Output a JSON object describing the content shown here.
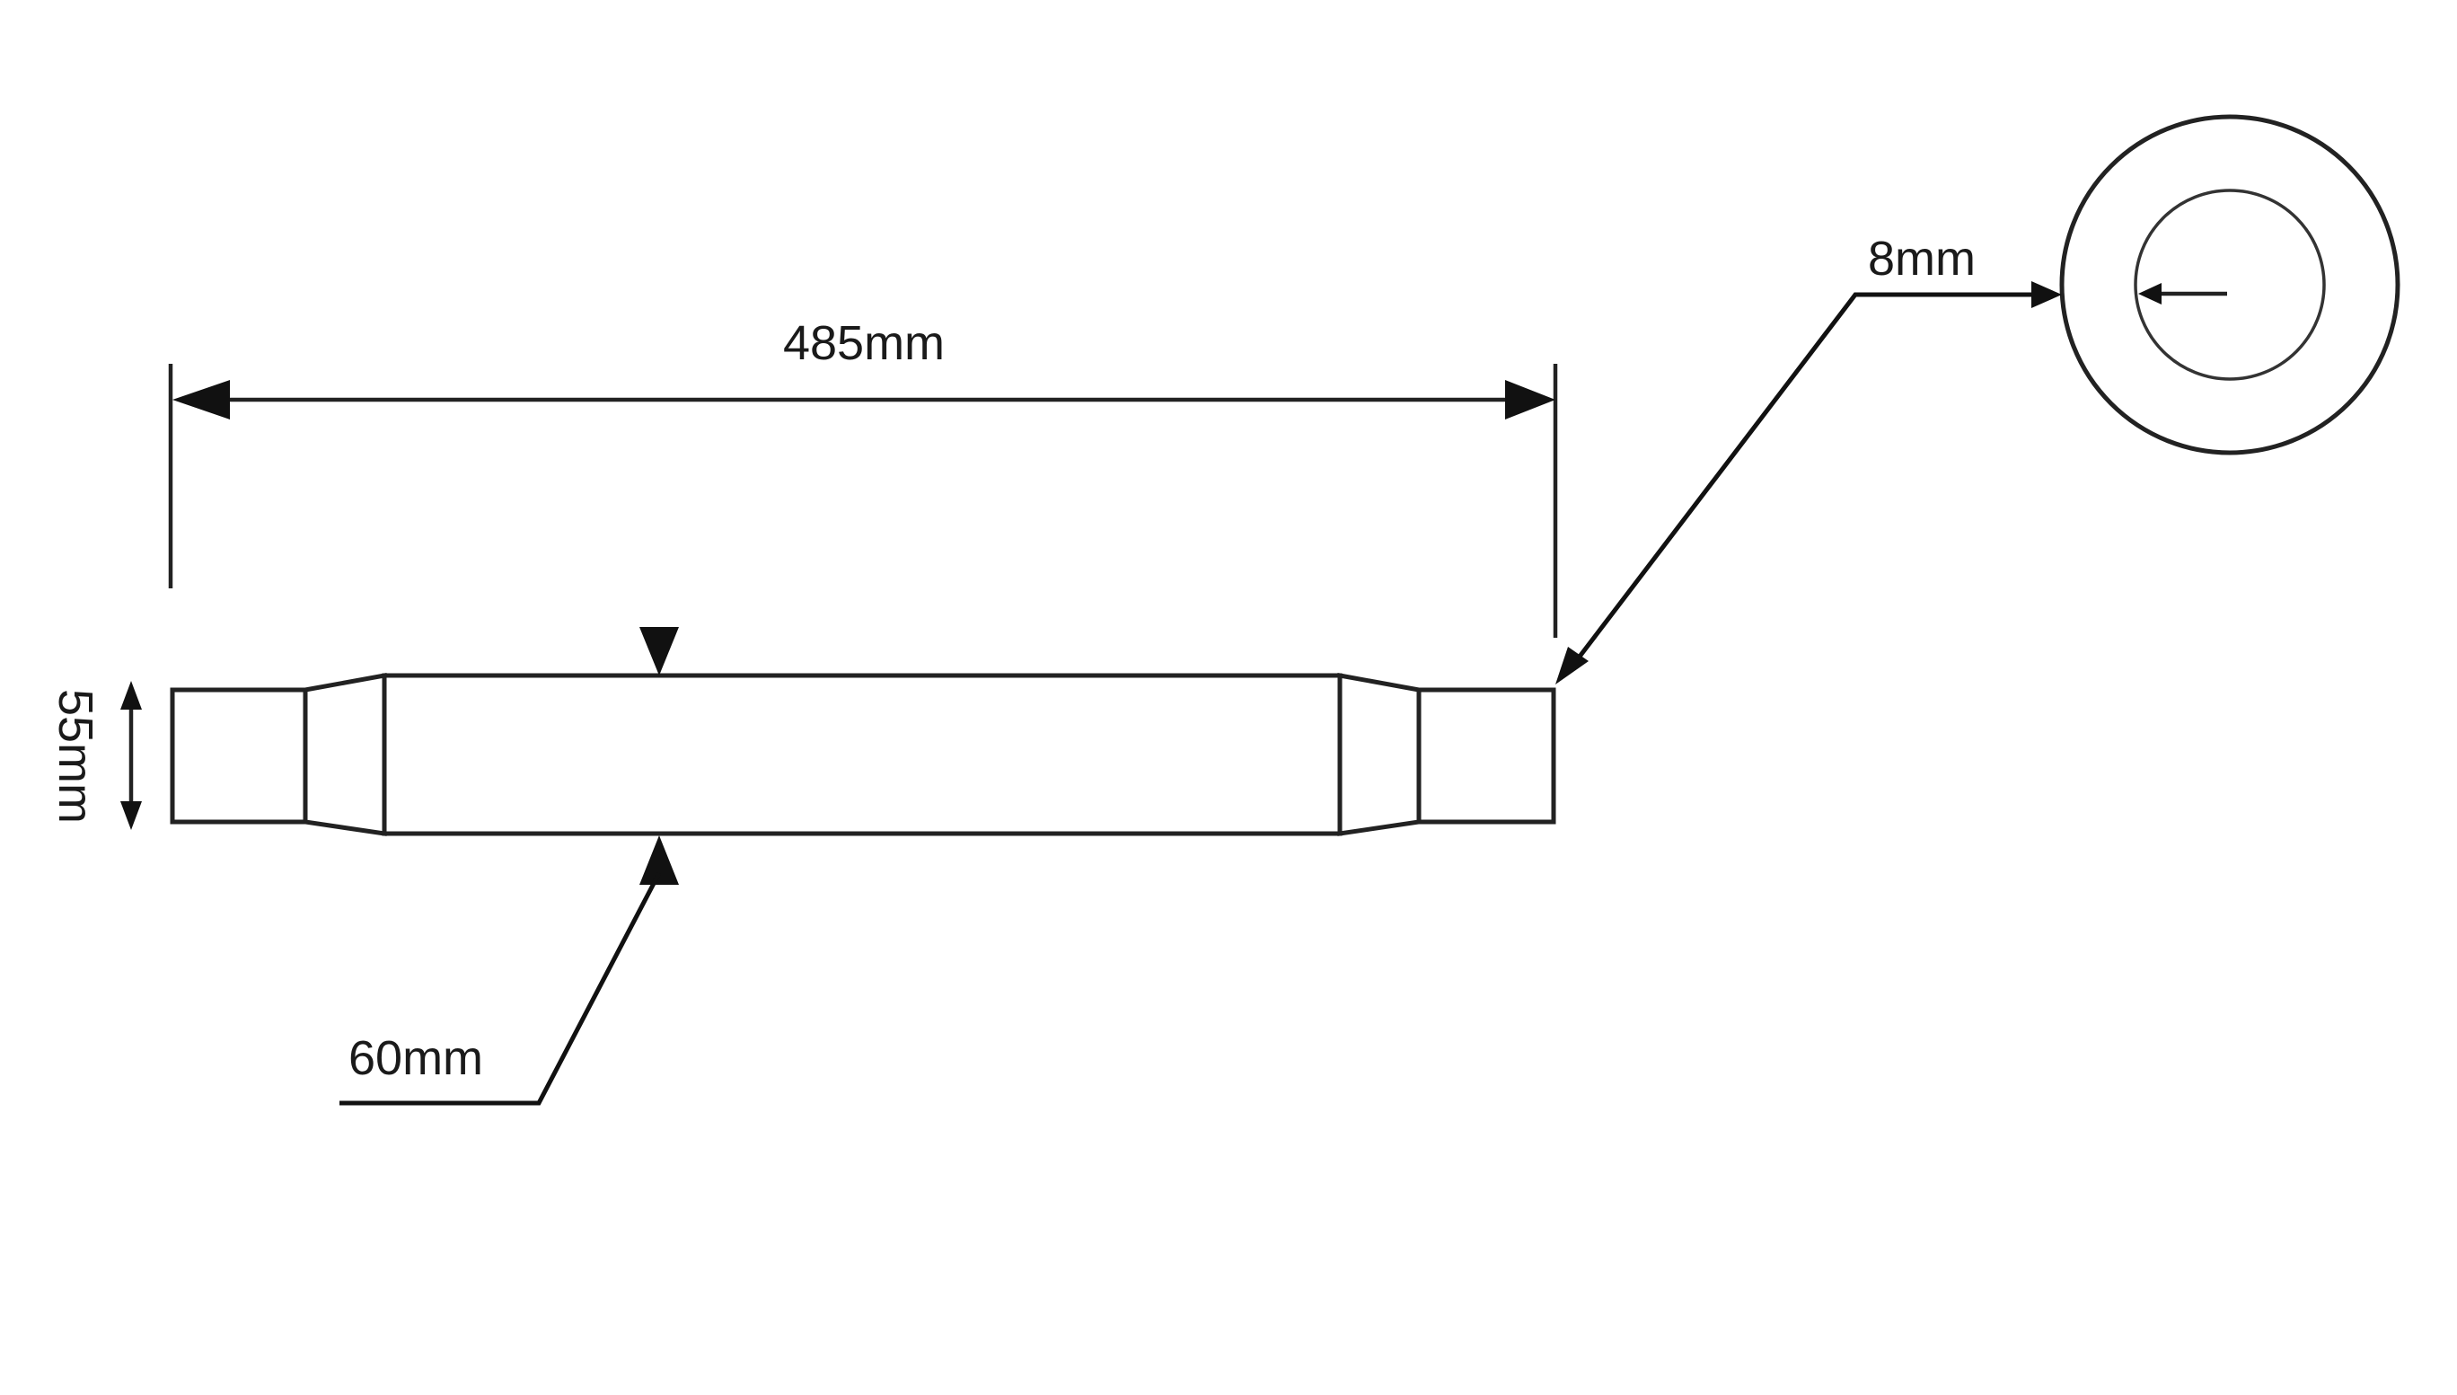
{
  "dimensions": {
    "overall_length": "485mm",
    "end_diameter": "55mm",
    "center_diameter": "60mm",
    "wall_thickness": "8mm"
  },
  "colors": {
    "ink": "#222222",
    "background": "#ffffff"
  }
}
